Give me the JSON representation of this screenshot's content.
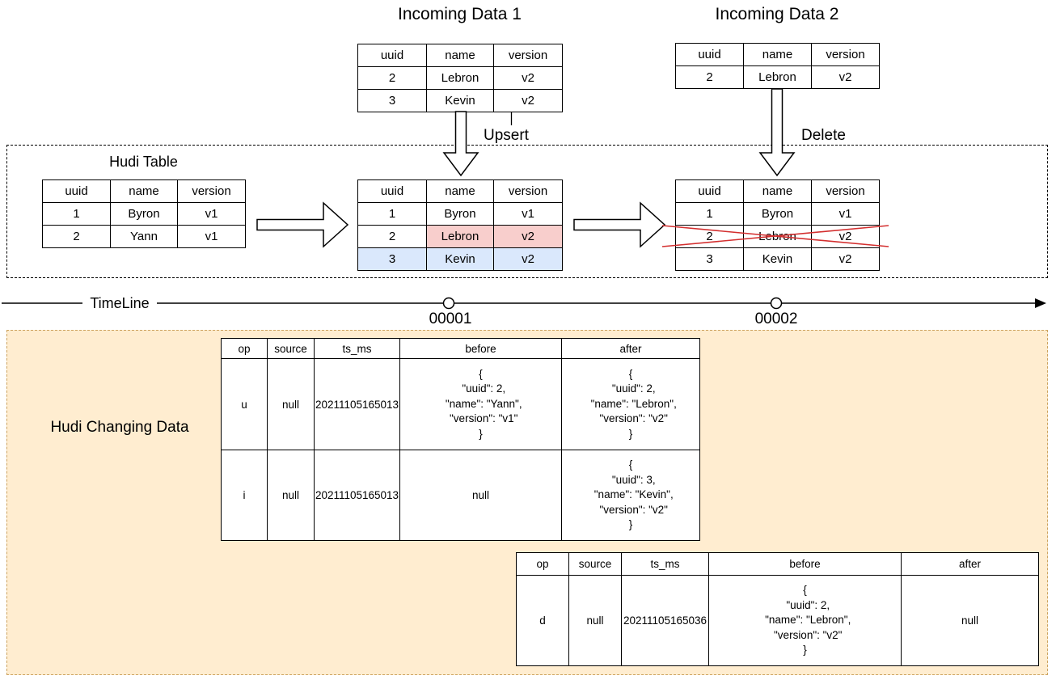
{
  "diagram": {
    "incoming1": {
      "title": "Incoming Data 1"
    },
    "incoming2": {
      "title": "Incoming Data 2"
    },
    "hudi_box": {
      "title": "Hudi Table"
    },
    "labels": {
      "upsert": "Upsert",
      "delete": "Delete"
    },
    "timeline": {
      "label": "TimeLine",
      "commit1": "00001",
      "commit2": "00002"
    },
    "changing_box": {
      "title": "Hudi Changing Data"
    }
  },
  "record_headers": [
    "uuid",
    "name",
    "version"
  ],
  "tables": {
    "incoming1": {
      "rows": [
        [
          "2",
          "Lebron",
          "v2"
        ],
        [
          "3",
          "Kevin",
          "v2"
        ]
      ]
    },
    "incoming2": {
      "rows": [
        [
          "2",
          "Lebron",
          "v2"
        ]
      ]
    },
    "hudi_initial": {
      "rows": [
        [
          "1",
          "Byron",
          "v1"
        ],
        [
          "2",
          "Yann",
          "v1"
        ]
      ]
    },
    "hudi_after_upsert": {
      "rows": [
        [
          "1",
          "Byron",
          "v1"
        ],
        [
          "2",
          "Lebron",
          "v2"
        ],
        [
          "3",
          "Kevin",
          "v2"
        ]
      ]
    },
    "hudi_after_delete": {
      "rows": [
        [
          "1",
          "Byron",
          "v1"
        ],
        [
          "2",
          "Lebron",
          "v2"
        ],
        [
          "3",
          "Kevin",
          "v2"
        ]
      ]
    }
  },
  "cdc_headers": [
    "op",
    "source",
    "ts_ms",
    "before",
    "after"
  ],
  "cdc_table1": {
    "rows": [
      {
        "op": "u",
        "source": "null",
        "ts_ms": "20211105165013",
        "before": "{\n  \"uuid\": 2,\n  \"name\": \"Yann\",\n  \"version\": \"v1\"\n}",
        "after": "{\n  \"uuid\": 2,\n  \"name\": \"Lebron\",\n  \"version\": \"v2\"\n}"
      },
      {
        "op": "i",
        "source": "null",
        "ts_ms": "20211105165013",
        "before": "null",
        "after": "{\n  \"uuid\": 3,\n  \"name\": \"Kevin\",\n  \"version\": \"v2\"\n}"
      }
    ]
  },
  "cdc_table2": {
    "rows": [
      {
        "op": "d",
        "source": "null",
        "ts_ms": "20211105165036",
        "before": "{\n  \"uuid\": 2,\n  \"name\": \"Lebron\",\n  \"version\": \"v2\"\n}",
        "after": "null"
      }
    ]
  },
  "colors": {
    "updated_row_fill": "#f8cecc",
    "updated_row_stroke": "#b85450",
    "inserted_row_fill": "#dae8fc",
    "inserted_row_stroke": "#6c8ebf",
    "cdc_box_fill": "#ffedd0",
    "cdc_box_stroke": "#cda35f",
    "delete_cross": "#d32f2f"
  }
}
